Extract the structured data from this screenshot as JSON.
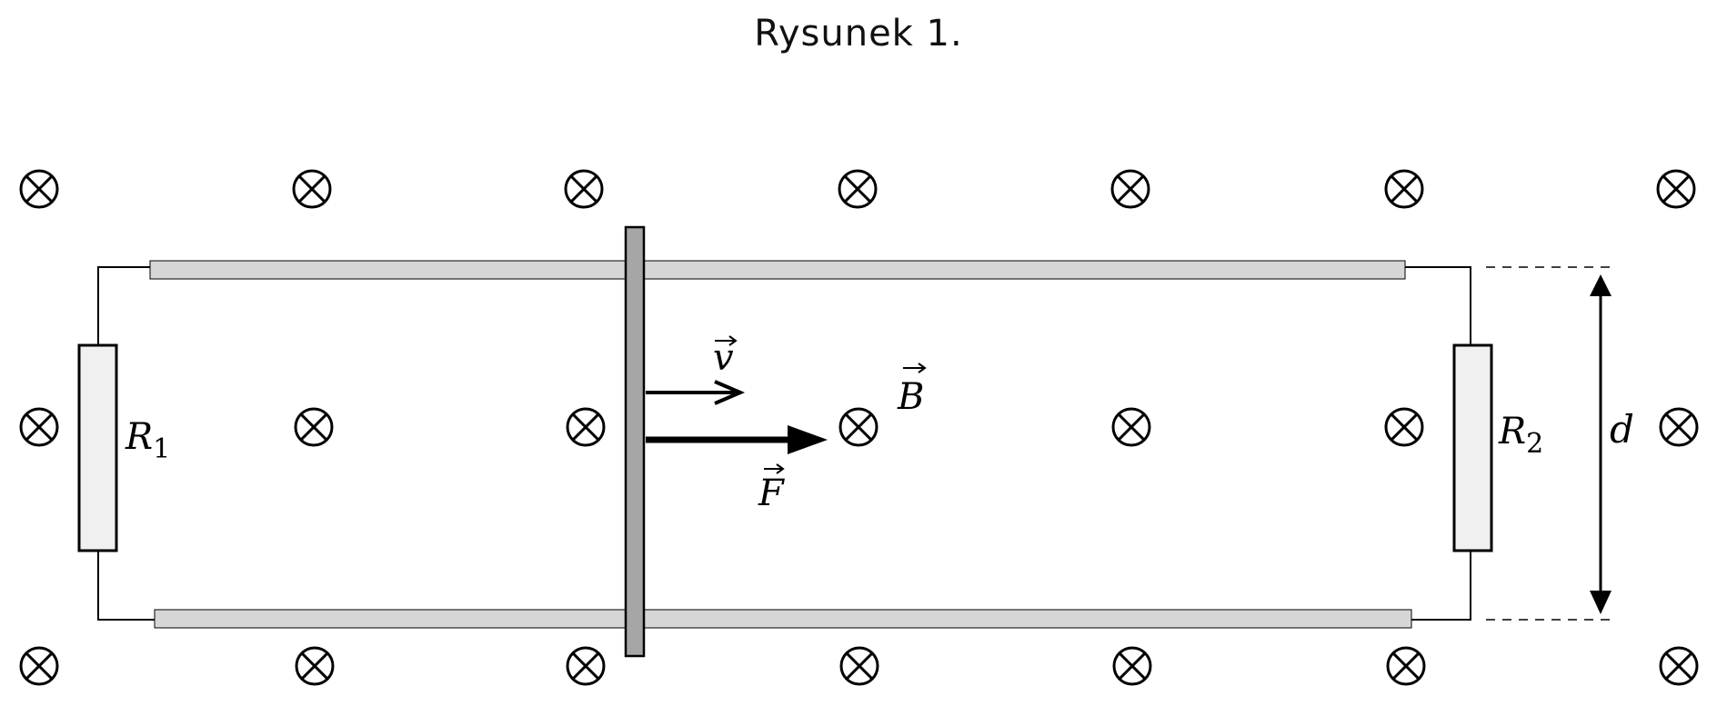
{
  "title": "Rysunek 1.",
  "labels": {
    "r1": "R",
    "r1_sub": "1",
    "r2": "R",
    "r2_sub": "2",
    "distance": "d",
    "velocity": "v",
    "force": "F",
    "field": "B"
  },
  "field_direction": "into-page",
  "colors": {
    "rail": "#d6d6d6",
    "rod": "#a6a6a6",
    "resistor": "#f0f0f0",
    "line": "#000000"
  }
}
